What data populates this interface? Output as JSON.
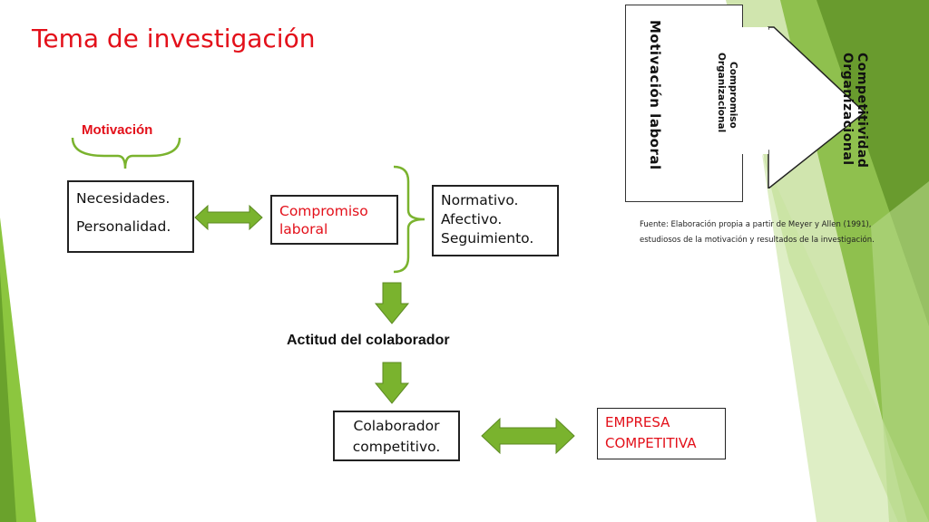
{
  "title": "Tema de investigación",
  "motivacion": "Motivación",
  "needs_box": {
    "line1": "Necesidades.",
    "line2": "Personalidad."
  },
  "compromiso_box": {
    "line1": "Compromiso",
    "line2": "laboral"
  },
  "types_box": {
    "line1": "Normativo.",
    "line2": "Afectivo.",
    "line3": "Seguimiento."
  },
  "actitud": "Actitud del colaborador",
  "colaborador_box": {
    "line1": "Colaborador",
    "line2": "competitivo."
  },
  "empresa_box": {
    "line1": "EMPRESA",
    "line2": "COMPETITIVA"
  },
  "side_diagram": {
    "motivacion_laboral": "Motivación laboral",
    "compromiso_line1": "Compromiso",
    "compromiso_line2": "Organizacional",
    "competitividad_line1": "Competitividad",
    "competitividad_line2": "Organizacional"
  },
  "source": {
    "line1": "Fuente: Elaboración propia a partir de Meyer y Allen (1991),",
    "line2": "estudiosos de la motivación y resultados de la investigación."
  },
  "colors": {
    "accent_green": "#7ab32e",
    "title_red": "#e3101a",
    "text_dark": "#111111"
  }
}
